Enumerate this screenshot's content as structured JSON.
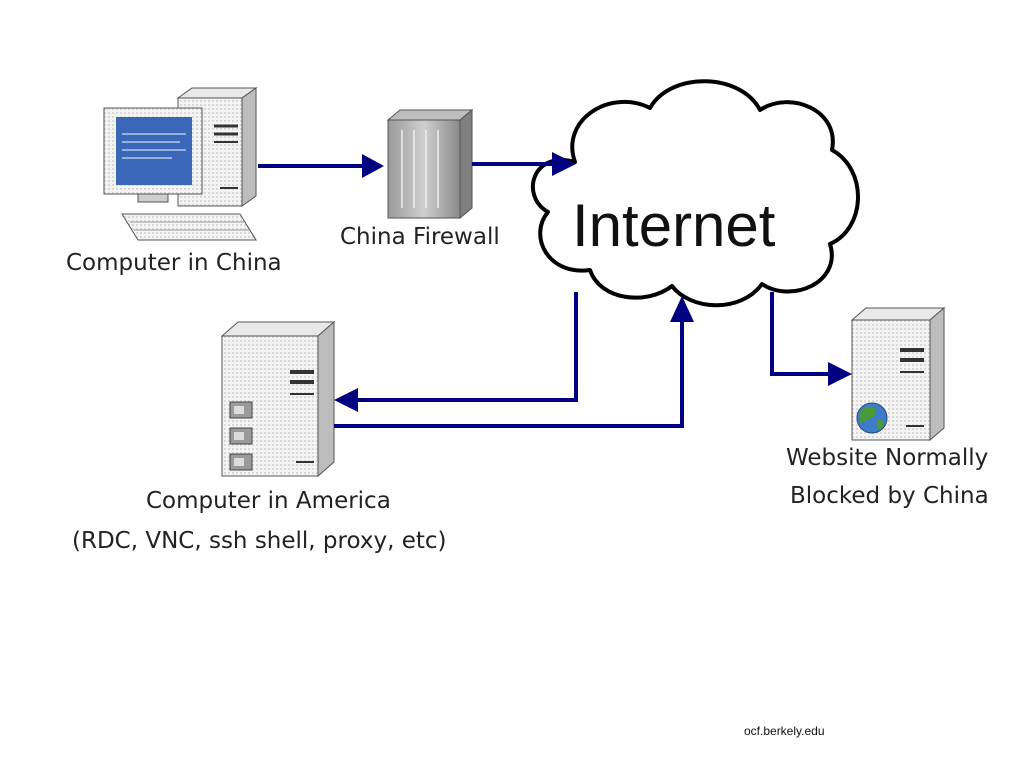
{
  "diagram": {
    "nodes": {
      "china_computer": {
        "label": "Computer in China"
      },
      "china_firewall": {
        "label": "China Firewall"
      },
      "internet": {
        "label": "Internet"
      },
      "america_computer": {
        "label_line1": "Computer in America",
        "label_line2": "(RDC, VNC, ssh shell, proxy, etc)"
      },
      "blocked_website": {
        "label_line1": "Website Normally",
        "label_line2": "Blocked by China"
      }
    },
    "edges": [
      {
        "from": "china_computer",
        "to": "china_firewall"
      },
      {
        "from": "china_firewall",
        "to": "internet"
      },
      {
        "from": "internet",
        "to": "america_computer"
      },
      {
        "from": "america_computer",
        "to": "internet"
      },
      {
        "from": "internet",
        "to": "blocked_website"
      }
    ],
    "colors": {
      "arrow": "#000080",
      "cloud_outline": "#000000",
      "screen": "#3a67b8",
      "globe": "#3c7cc8",
      "globe_land": "#4a9a3a"
    }
  },
  "footer": {
    "credit": "ocf.berkely.edu"
  }
}
